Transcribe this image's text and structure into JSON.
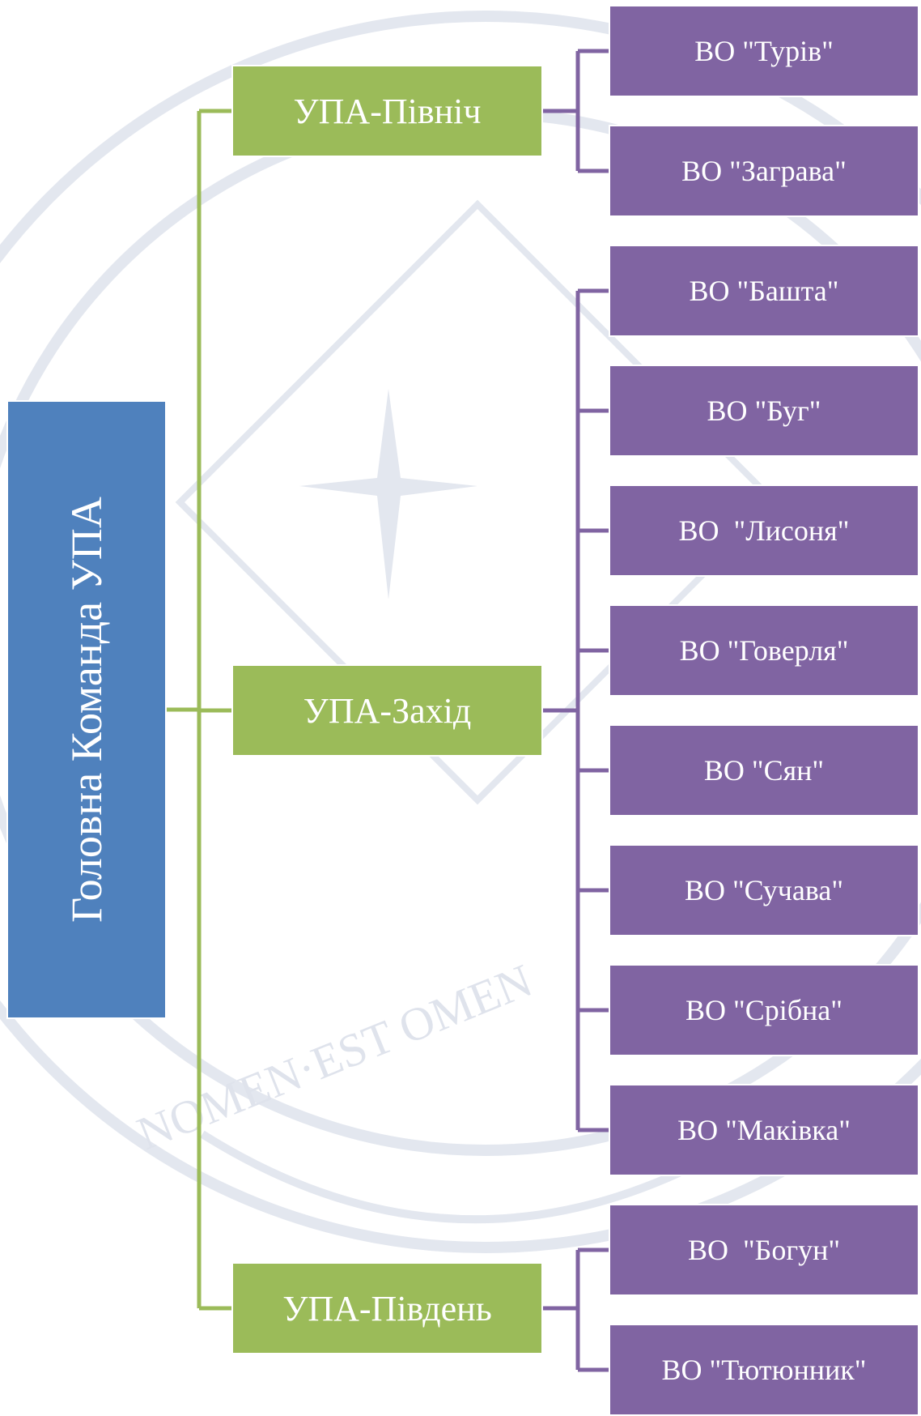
{
  "root": {
    "label": "Головна Команда УПА"
  },
  "regions": [
    {
      "label": "УПА-Північ",
      "units": [
        "ВО \"Турів\"",
        "ВО \"Заграва\""
      ]
    },
    {
      "label": "УПА-Захід",
      "units": [
        "ВО \"Башта\"",
        "ВО \"Буг\"",
        "ВО  \"Лисоня\"",
        "ВО \"Говерля\"",
        "ВО \"Сян\"",
        "ВО \"Сучава\"",
        "ВО \"Срібна\"",
        "ВО \"Маківка\""
      ]
    },
    {
      "label": "УПА-Південь",
      "units": [
        "ВО  \"Богун\"",
        "ВО \"Тютюнник\""
      ]
    }
  ],
  "watermark": {
    "text": "NOMEN·EST OMEN"
  },
  "colors": {
    "root": "#4f81bd",
    "region": "#9bbb59",
    "unit": "#8064a2",
    "root_connector": "#9bbb59",
    "unit_connector": "#8064a2",
    "watermark": "#dfe3ec"
  }
}
